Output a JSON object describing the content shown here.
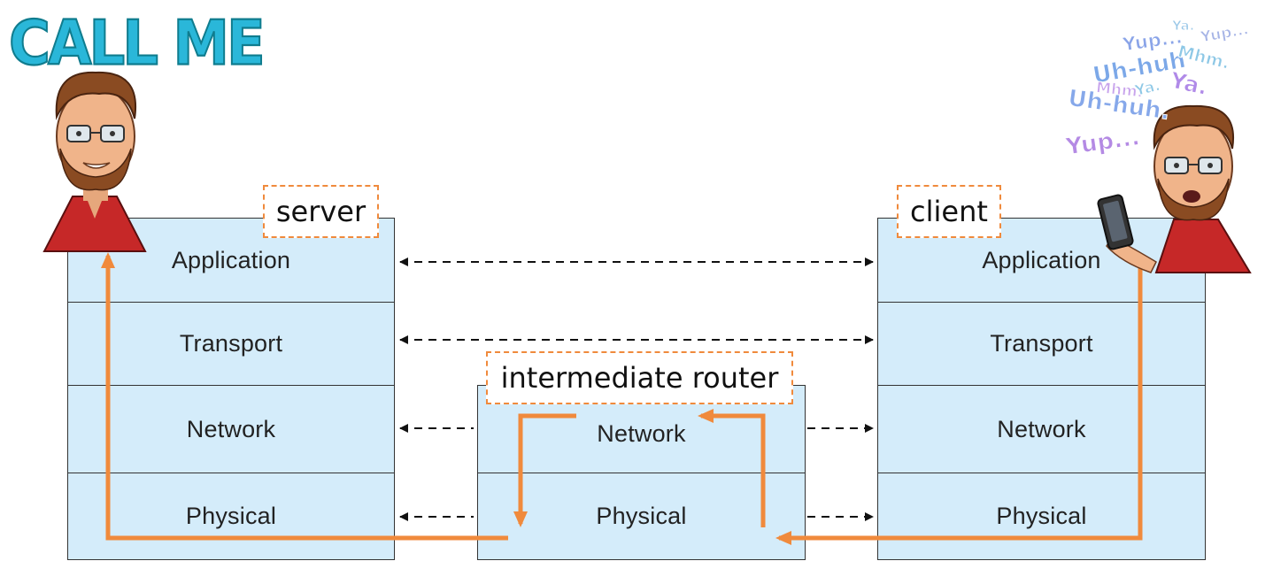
{
  "logo": {
    "text": "CALL ME"
  },
  "chatter": {
    "words": [
      "Yup...",
      "Ya.",
      "Yup...",
      "Uh-huh",
      "Mhm.",
      "Ya.",
      "Mhm.",
      "Ya.",
      "Uh-huh.",
      "Yup..."
    ]
  },
  "stacks": {
    "server": {
      "tag": "server",
      "layers": [
        "Application",
        "Transport",
        "Network",
        "Physical"
      ]
    },
    "router": {
      "tag": "intermediate router",
      "layers": [
        "Network",
        "Physical"
      ]
    },
    "client": {
      "tag": "client",
      "layers": [
        "Application",
        "Transport",
        "Network",
        "Physical"
      ]
    }
  },
  "colors": {
    "layer_fill": "#d4ecfa",
    "layer_border": "#333333",
    "path_arrow": "#f08a3c",
    "peer_arrow": "#111111",
    "tag_border": "#f08a3c"
  },
  "icons": [
    "server-person-avatar",
    "client-person-avatar",
    "phone-icon"
  ]
}
